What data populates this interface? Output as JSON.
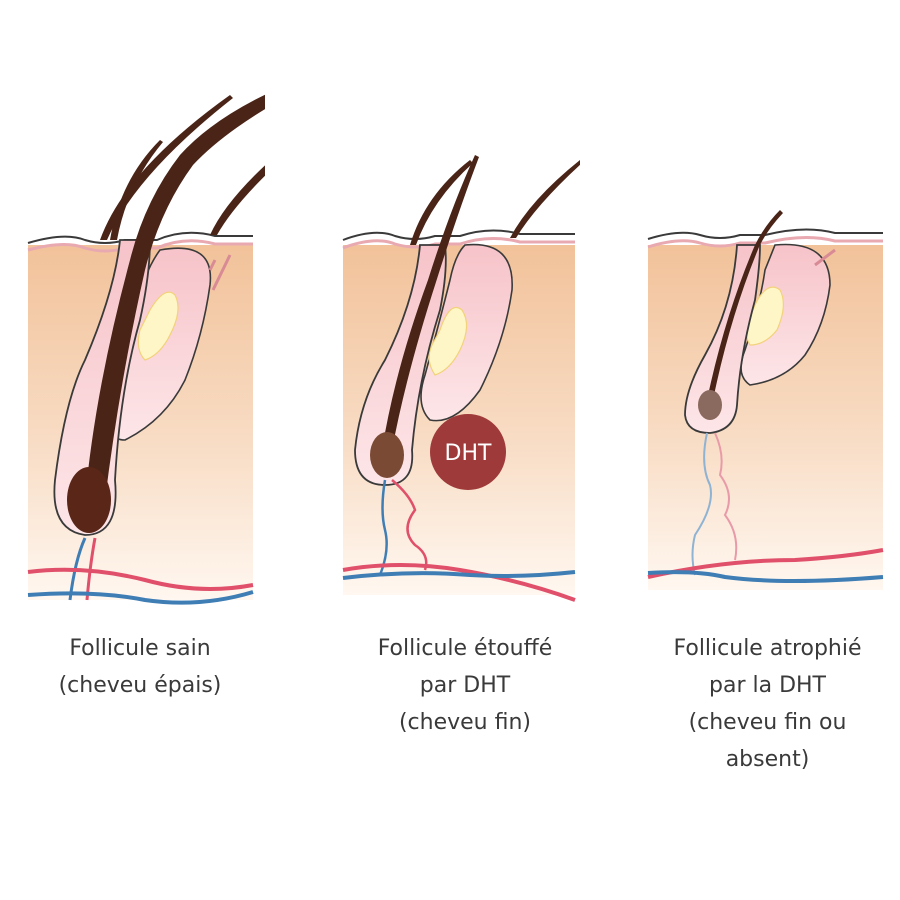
{
  "panels": [
    {
      "caption_lines": [
        "Follicule sain",
        "(cheveu épais)"
      ]
    },
    {
      "caption_lines": [
        "Follicule étouffé",
        "par DHT",
        "(cheveu fin)"
      ],
      "badge": "DHT"
    },
    {
      "caption_lines": [
        "Follicule atrophié",
        "par la DHT",
        "(cheveu fin ou",
        "absent)"
      ]
    }
  ],
  "colors": {
    "skin_top": "#f3c7a0",
    "skin_bottom": "#fff6ee",
    "follicle_pink": "#f2b4bd",
    "hair_dark": "#4a2417",
    "bulb_healthy": "#5a2618",
    "bulb_medium": "#7a4a35",
    "bulb_atrophied": "#8a6a5e",
    "vessel_red": "#e0506a",
    "vessel_blue": "#3f7db5",
    "badge": "#9e3a3a"
  }
}
